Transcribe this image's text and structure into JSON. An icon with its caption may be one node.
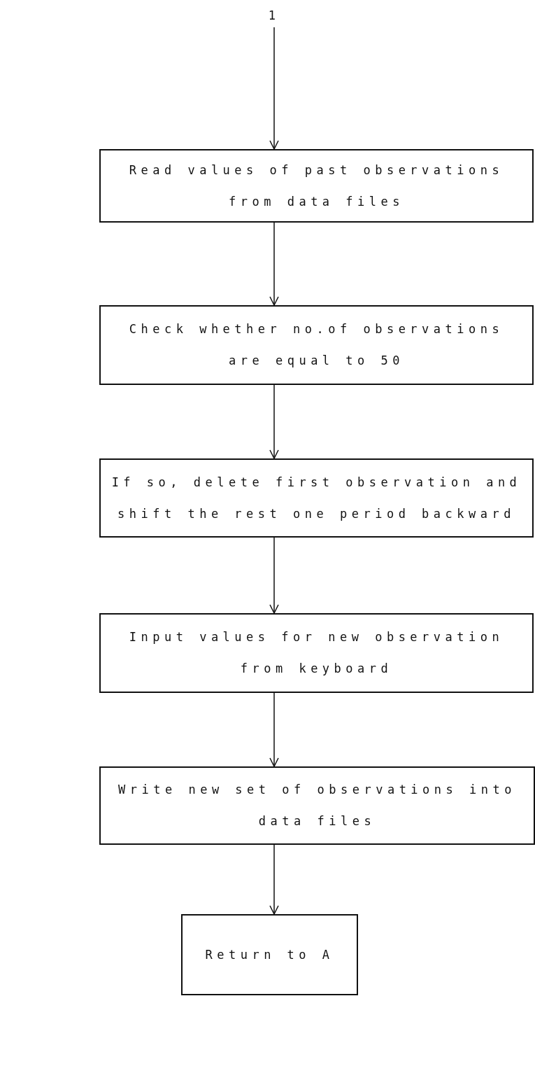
{
  "diagram": {
    "nodes": [
      {
        "text": [
          "1"
        ]
      },
      {
        "text": [
          "Read values of past observations from data files"
        ]
      },
      {
        "text": [
          "Check whether no.of observations are equal to 50"
        ]
      },
      {
        "text": [
          "If so, delete first observation and shift the rest one period backward"
        ]
      },
      {
        "text": [
          "Input values for new observation from keyboard"
        ]
      },
      {
        "text": [
          "Write new set of observations into data files"
        ]
      },
      {
        "text": [
          "Return to A"
        ]
      }
    ],
    "edges": [
      {
        "from": 0,
        "to": 1,
        "arrow": "to"
      },
      {
        "from": 1,
        "to": 2,
        "arrow": "to"
      },
      {
        "from": 2,
        "to": 3,
        "arrow": "to"
      },
      {
        "from": 3,
        "to": 4,
        "arrow": "to"
      },
      {
        "from": 4,
        "to": 5,
        "arrow": "to"
      },
      {
        "from": 5,
        "to": 6,
        "arrow": "to"
      }
    ]
  }
}
